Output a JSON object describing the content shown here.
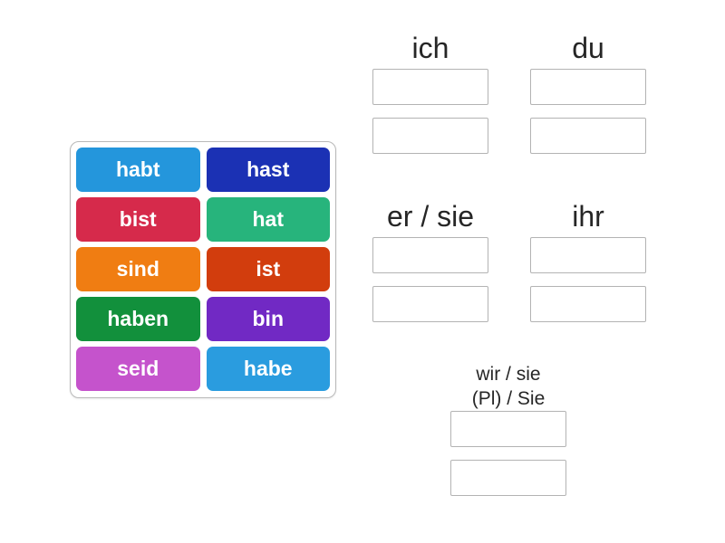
{
  "page": {
    "background": "#ffffff",
    "activity_type": "group-sort"
  },
  "tile_panel": {
    "tiles": [
      {
        "label": "habt",
        "color": "#2496dc"
      },
      {
        "label": "hast",
        "color": "#1b31b4"
      },
      {
        "label": "bist",
        "color": "#d62a4b"
      },
      {
        "label": "hat",
        "color": "#27b47c"
      },
      {
        "label": "sind",
        "color": "#f07d12"
      },
      {
        "label": "ist",
        "color": "#d23d0d"
      },
      {
        "label": "haben",
        "color": "#12903c"
      },
      {
        "label": "bin",
        "color": "#7129c4"
      },
      {
        "label": "seid",
        "color": "#c553cc"
      },
      {
        "label": "habe",
        "color": "#2a9cdf"
      }
    ]
  },
  "groups": [
    {
      "label": "ich",
      "slot_count": 2
    },
    {
      "label": "du",
      "slot_count": 2
    },
    {
      "label": "er / sie",
      "slot_count": 2
    },
    {
      "label": "ihr",
      "slot_count": 2
    },
    {
      "label_lines": [
        "wir / sie",
        "(Pl) / Sie"
      ],
      "slot_count": 2
    }
  ],
  "colors": {
    "slot_border": "#b3b3b3",
    "panel_border": "#b9b9b9",
    "header_text": "#262626",
    "tile_text": "#ffffff"
  }
}
